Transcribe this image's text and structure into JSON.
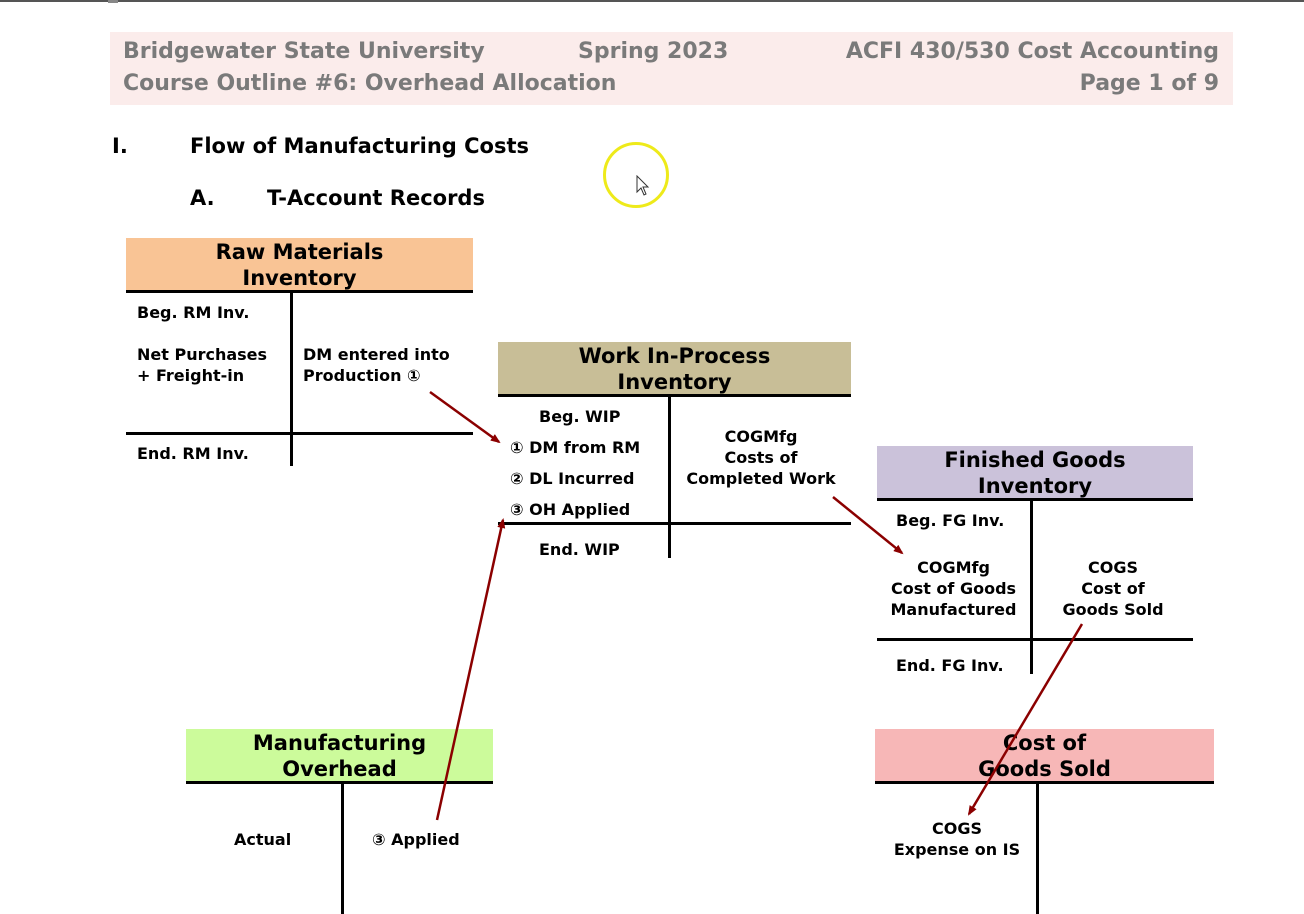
{
  "header": {
    "university": "Bridgewater State University",
    "term": "Spring 2023",
    "course": "ACFI 430/530 Cost Accounting",
    "outline": "Course Outline #6: Overhead Allocation",
    "page": "Page 1 of 9"
  },
  "sections": {
    "roman": "I.",
    "roman_title": "Flow of Manufacturing Costs",
    "letter": "A.",
    "letter_title": "T-Account Records"
  },
  "colors": {
    "raw_materials": "#f9c495",
    "wip": "#c8be97",
    "finished_goods": "#cbc2da",
    "overhead": "#ccfb9b",
    "cogs": "#f7b7b7",
    "arrow": "#8b0000",
    "header_bg": "#fbeceb",
    "cursor_ring": "#eeea1a"
  },
  "accounts": {
    "raw_materials": {
      "title": "Raw Materials\nInventory",
      "beg": "Beg. RM Inv.",
      "purchases": "Net Purchases\n+ Freight-in",
      "credit": "DM entered into\nProduction ①",
      "end": "End. RM Inv."
    },
    "wip": {
      "title": "Work In-Process\nInventory",
      "beg": "Beg. WIP",
      "dm": "① DM from RM",
      "dl": "② DL Incurred",
      "oh": "③ OH Applied",
      "credit": "COGMfg\nCosts of\nCompleted Work",
      "end": "End. WIP"
    },
    "finished_goods": {
      "title": "Finished Goods\nInventory",
      "beg": "Beg. FG Inv.",
      "debit": "COGMfg\nCost of Goods\nManufactured",
      "credit": "COGS\nCost of\nGoods Sold",
      "end": "End. FG Inv."
    },
    "overhead": {
      "title": "Manufacturing\nOverhead",
      "debit": "Actual",
      "credit": "③ Applied"
    },
    "cogs": {
      "title": "Cost of\nGoods Sold",
      "debit": "COGS\nExpense on IS"
    }
  },
  "icons": {
    "cursor": "pointer-cursor-icon"
  }
}
